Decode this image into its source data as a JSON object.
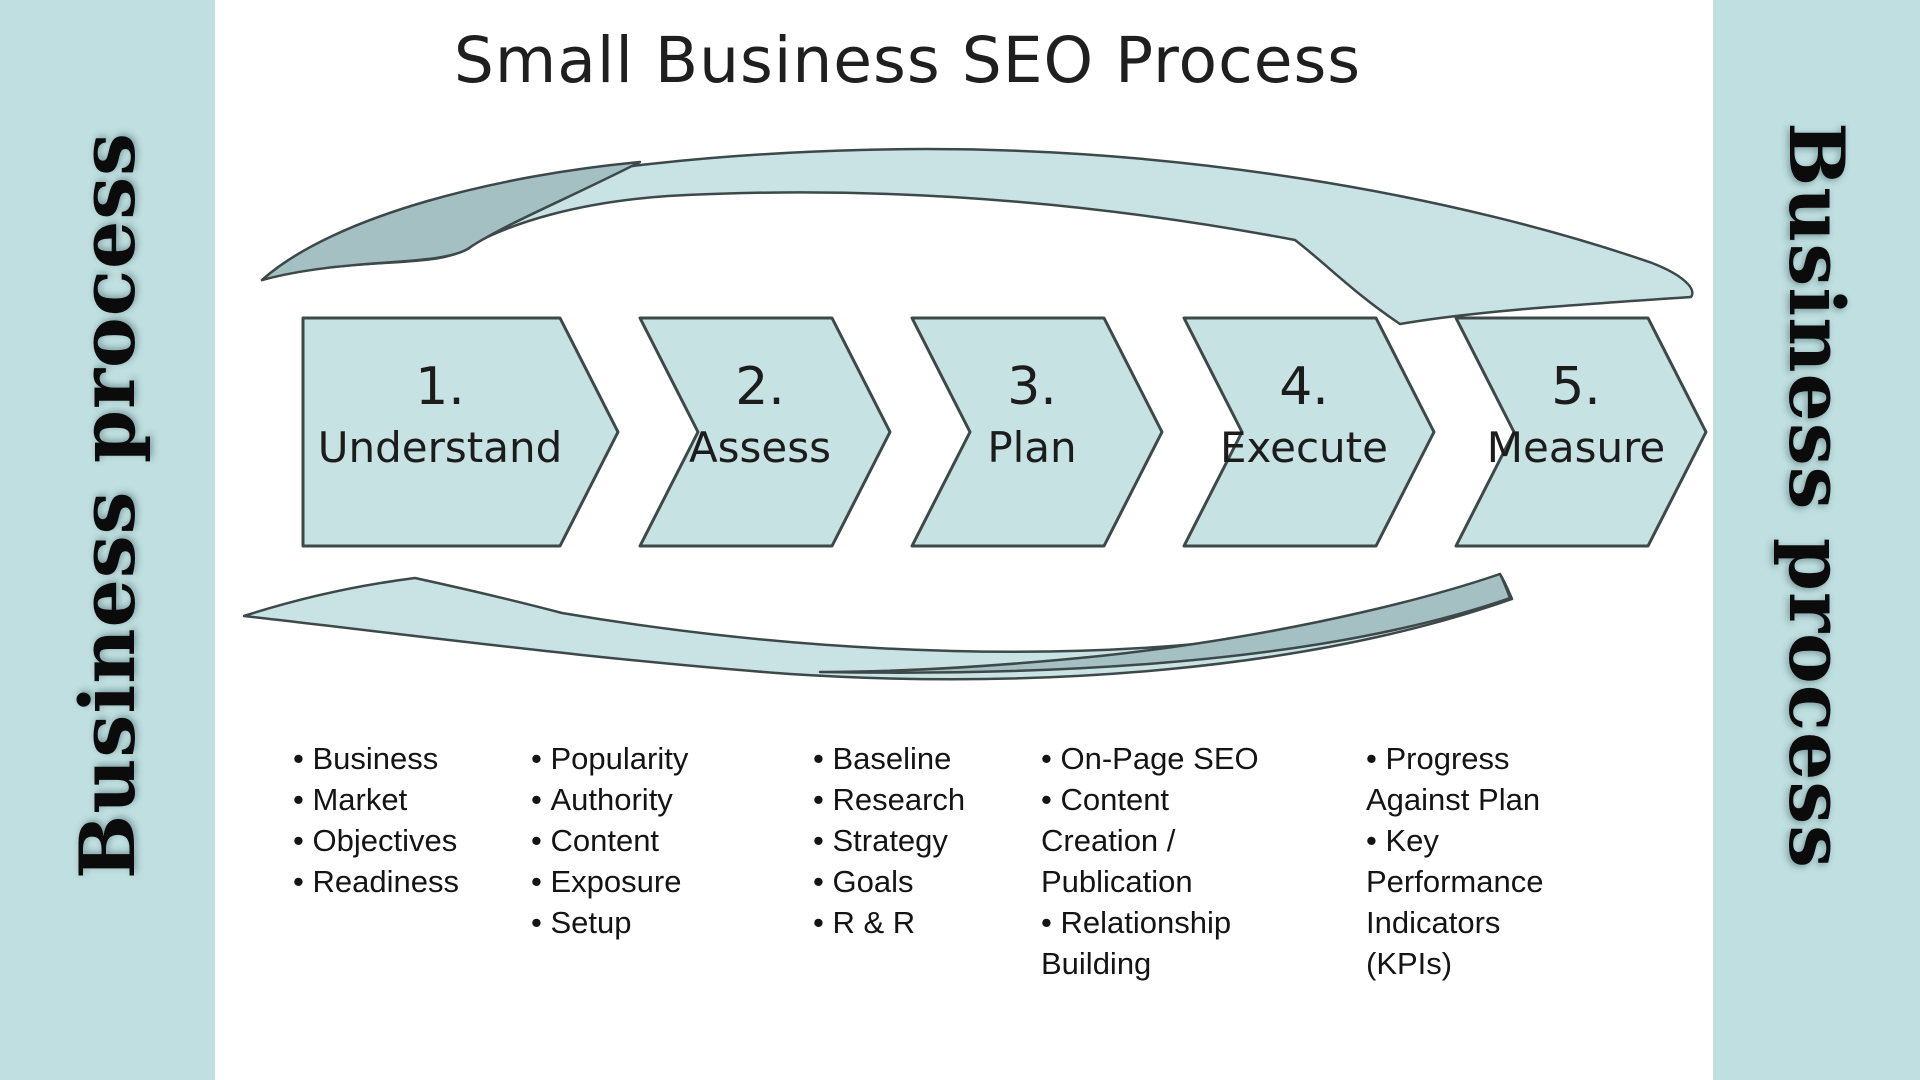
{
  "title": "Small Business SEO Process",
  "side_banners": {
    "left": "Business process",
    "right": "Business process"
  },
  "colors": {
    "banner_background": "#bfdfe0",
    "panel_background": "#ffffff",
    "shape_fill": "#c7e2e3",
    "arrow_fill_light": "#c9e3e4",
    "arrow_fill_dark": "#a4c0c2",
    "outline": "#3d4849",
    "text": "#1c1c1c"
  },
  "steps": [
    {
      "number": "1.",
      "label": "Understand",
      "details": [
        "Business",
        "Market",
        "Objectives",
        "Readiness"
      ]
    },
    {
      "number": "2.",
      "label": "Assess",
      "details": [
        "Popularity",
        "Authority",
        "Content",
        "Exposure",
        "Setup"
      ]
    },
    {
      "number": "3.",
      "label": "Plan",
      "details": [
        "Baseline",
        "Research",
        "Strategy",
        "Goals",
        "R & R"
      ]
    },
    {
      "number": "4.",
      "label": "Execute",
      "details": [
        "On-Page SEO",
        "Content Creation / Publication",
        "Relationship Building"
      ]
    },
    {
      "number": "5.",
      "label": "Measure",
      "details": [
        "Progress Against Plan",
        "Key Performance Indicators (KPIs)"
      ]
    }
  ]
}
